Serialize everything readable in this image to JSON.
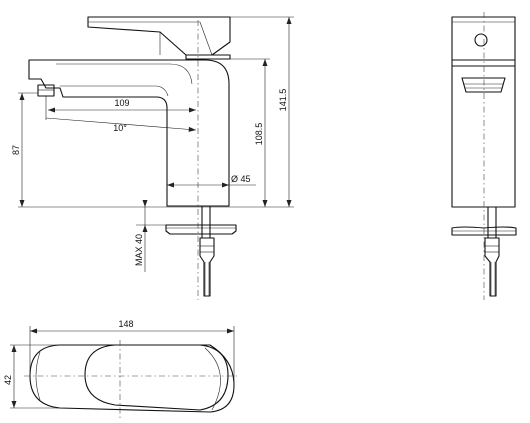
{
  "dimensions": {
    "spout_reach": "109",
    "spout_angle": "10°",
    "spout_height": "87",
    "body_height": "108.5",
    "total_height": "141.5",
    "body_diameter": "Ø 45",
    "max_counter_thickness": "MAX 40",
    "overall_length": "148",
    "handle_width": "42"
  }
}
